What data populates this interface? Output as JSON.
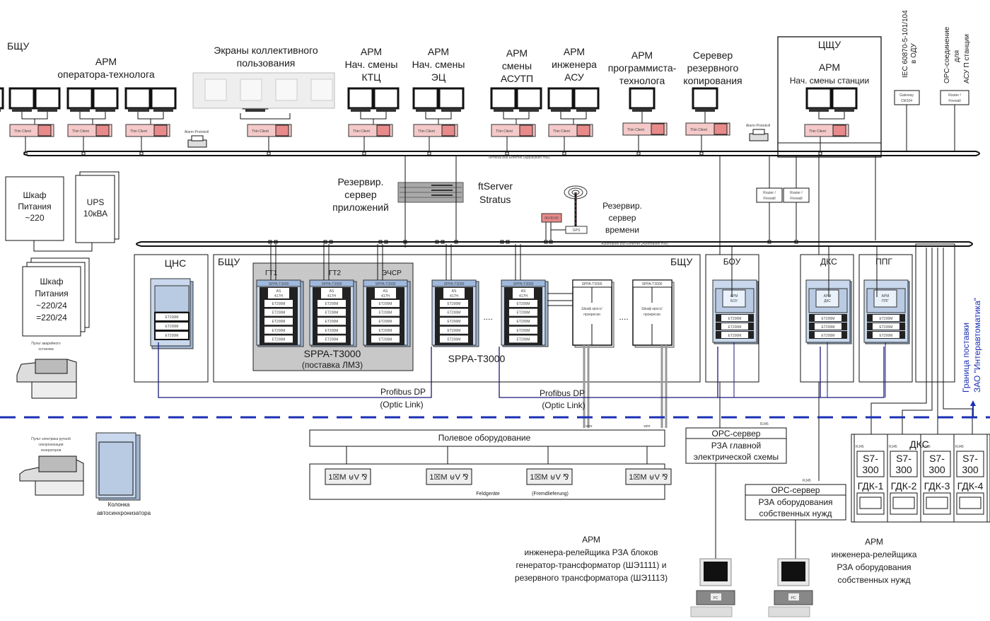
{
  "bshu_top_label": "БЩУ",
  "workstations": [
    {
      "id": "operator",
      "lines": [
        "АРМ",
        "оператора-технолога"
      ],
      "monitors": 6,
      "clients": 3
    },
    {
      "id": "shared-screens",
      "lines": [
        "Экраны коллективного",
        "пользования"
      ]
    },
    {
      "id": "ktc",
      "lines": [
        "АРМ",
        "Нач. смены",
        "КТЦ"
      ]
    },
    {
      "id": "ec",
      "lines": [
        "АРМ",
        "Нач. смены",
        "ЭЦ"
      ]
    },
    {
      "id": "asutp",
      "lines": [
        "АРМ",
        "смены",
        "АСУТП"
      ]
    },
    {
      "id": "asu-eng",
      "lines": [
        "АРМ",
        "инженера",
        "АСУ"
      ]
    },
    {
      "id": "programmer",
      "lines": [
        "АРМ",
        "программиста-",
        "технолога"
      ]
    },
    {
      "id": "backup",
      "lines": [
        "Серевер",
        "резервного",
        "копирования"
      ]
    }
  ],
  "thin_client_label": "Thin Client",
  "printer_label": "Alarm-Protokoll",
  "cshu": {
    "title": "ЦЩУ",
    "arm_lines": [
      "АРМ",
      "Нач. смены станции"
    ]
  },
  "iec_label": [
    "IEC 60870-5-101/104",
    "в ОДУ"
  ],
  "opc_label": [
    "OPC-соединение",
    "для",
    "АСУ П станции"
  ],
  "gateway_label": [
    "Gateway",
    "CM104"
  ],
  "router_label": [
    "Router /",
    "Firewall"
  ],
  "terminal_bus_label": "Terminal bus Ethernet (Application HW)",
  "automation_bus_label": "Automation bus Ethernet (Automation HW)",
  "app_server_lines": [
    "Резервир.",
    "сервер",
    "приложений"
  ],
  "ftserver_lines": [
    "ftServer",
    "Stratus"
  ],
  "time_server_lines": [
    "Резервир.",
    "сервер",
    "времени"
  ],
  "gps_label": "GPS",
  "clock_label": "00:00:00",
  "power_cabinet_1": [
    "Шкаф",
    "Питания",
    "~220"
  ],
  "ups": [
    "UPS",
    "10кВА"
  ],
  "power_cabinet_2": [
    "Шкаф",
    "Питания",
    "~220/24",
    "=220/24"
  ],
  "emergency_console_label": [
    "Пульт аварийного",
    "останова"
  ],
  "sync_console_label": [
    "Пульт электрика ручной",
    "синхронизации",
    "генераторов"
  ],
  "autosync_label": [
    "Колонка",
    "автосинхронизатора"
  ],
  "cns_title": "ЦНС",
  "bshu_area_left": "БЩУ",
  "bshu_area_right": "БЩУ",
  "et200m": "ET200M",
  "spp_cabinet": "SPPA-T3000",
  "as_label": [
    "AS",
    "417H"
  ],
  "lmz_units": [
    "ГТ1",
    "ГТ2",
    "ЭЧСР"
  ],
  "lmz_caption": [
    "SPPA-T3000",
    "(поставка ЛМЗ)"
  ],
  "spp_caption": "SPPA-T3000",
  "ellipsis": "....",
  "cross_cabinet": [
    "Шкаф кросс/",
    "прокрески"
  ],
  "bou": {
    "title": "БОУ",
    "arm": [
      "АРМ",
      "БОУ"
    ]
  },
  "dks": {
    "title": "ДКС",
    "arm": [
      "АРМ",
      "ДКС"
    ]
  },
  "ppg": {
    "title": "ППГ",
    "arm": [
      "АРМ",
      "ППГ"
    ]
  },
  "profibus_1": [
    "Profibus DP",
    "(Optic Link)"
  ],
  "profibus_2": [
    "Profibus DP",
    "(Optic Link)"
  ],
  "wire_label": "wire",
  "field_equipment": "Полевое оборудование",
  "feldgeraete": "Feldgeräte",
  "fremd": "(Fremdlieferung)",
  "rj45": "RJ45",
  "opc_server_1": {
    "header": "OPC-сервер",
    "body": [
      "РЗА главной",
      "электрической схемы"
    ]
  },
  "opc_server_2": {
    "header": "OPC-сервер",
    "body": [
      "РЗА оборудования",
      "собственных нужд"
    ]
  },
  "dks_bottom": {
    "title": "ДКС",
    "units": [
      {
        "plc": [
          "S7-",
          "300"
        ],
        "name": "ГДК-1"
      },
      {
        "plc": [
          "S7-",
          "300"
        ],
        "name": "ГДК-2"
      },
      {
        "plc": [
          "S7-",
          "300"
        ],
        "name": "ГДК-3"
      },
      {
        "plc": [
          "S7-",
          "300"
        ],
        "name": "ГДК-4"
      }
    ]
  },
  "supply_boundary": [
    "Граница поставки",
    "ЗАО \"Интеравтоматика\""
  ],
  "relay_ws_1": [
    "АРМ",
    "инженера-релейщика РЗА блоков",
    "генератор-трансформатор (ШЭ1111) и",
    "резервного трансформатора (ШЭ1113)"
  ],
  "relay_ws_2": [
    "АРМ",
    "инженера-релейщика",
    "РЗА оборудования",
    "собственных нужд"
  ],
  "pc_label": "PC",
  "colors": {
    "boundary": "#1b2fb5",
    "profibus": "#1a1a7a",
    "cabinet_blue": "#b9cbe3",
    "thin_client": "#f5c9c9",
    "client_red": "#e88a8a",
    "lmz_gray": "#c8c8c8"
  }
}
